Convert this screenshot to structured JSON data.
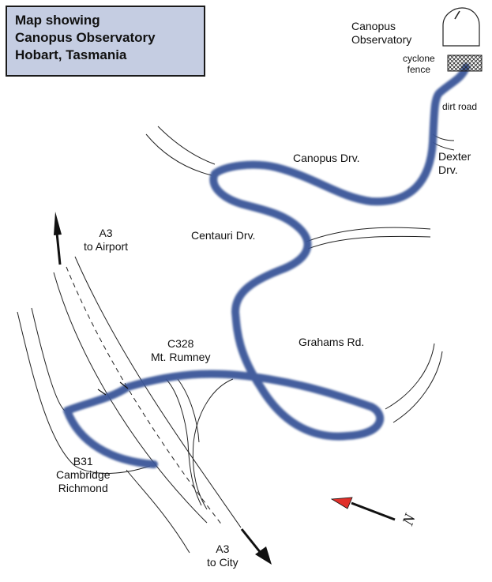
{
  "title": {
    "lines": [
      "Map showing",
      "Canopus Observatory",
      "Hobart, Tasmania"
    ]
  },
  "labels": {
    "observatory": [
      "Canopus",
      "Observatory"
    ],
    "cyclone_fence": [
      "cyclone",
      "fence"
    ],
    "dirt_road": "dirt road",
    "dexter": [
      "Dexter",
      "Drv."
    ],
    "canopus_drv": "Canopus Drv.",
    "centauri_drv": "Centauri Drv.",
    "grahams_rd": "Grahams Rd.",
    "a3_airport": {
      "code": "A3",
      "dest": "to Airport"
    },
    "c328": {
      "code": "C328",
      "name": "Mt. Rumney"
    },
    "b31": {
      "code": "B31",
      "dest": [
        "Cambridge",
        "Richmond"
      ]
    },
    "a3_city": {
      "code": "A3",
      "dest": "to City"
    },
    "north": "N"
  },
  "colors": {
    "route": "#3a5699",
    "title_bg": "#c5cde2",
    "north_arrow": "#e0302a"
  }
}
